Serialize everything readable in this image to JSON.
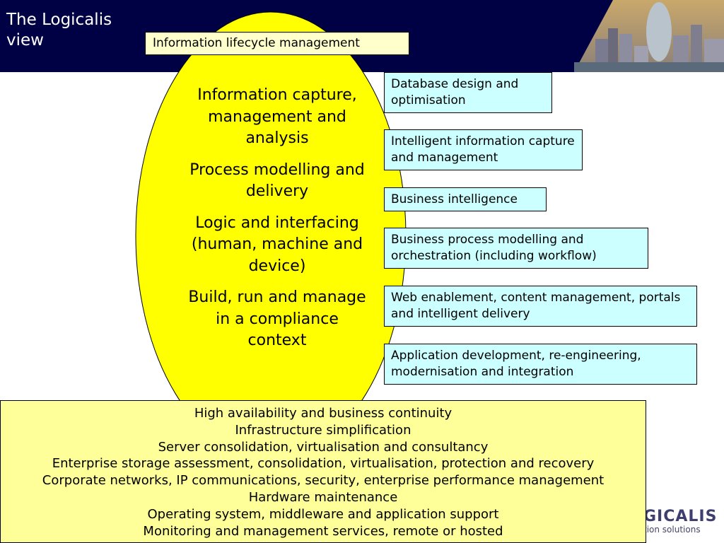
{
  "header": {
    "title": "The Logicalis view"
  },
  "lifecycle_label": "Information lifecycle management",
  "ellipse_items": [
    "Information capture, management and analysis",
    "Process modelling and delivery",
    "Logic and interfacing (human, machine and device)",
    "Build, run and manage in a compliance context"
  ],
  "services": [
    "Database design and optimisation",
    "Intelligent information capture and management",
    "Business intelligence",
    "Business process modelling and orchestration (including workflow)",
    "Web enablement, content management, portals and intelligent delivery",
    "Application development, re-engineering, modernisation and integration"
  ],
  "infrastructure": [
    "High availability and business continuity",
    "Infrastructure simplification",
    "Server consolidation, virtualisation and consultancy",
    "Enterprise storage assessment, consolidation, virtualisation, protection and recovery",
    "Corporate networks, IP communications, security, enterprise performance management",
    "Hardware maintenance",
    "Operating system, middleware and application support",
    "Monitoring and management services, remote or hosted"
  ],
  "logo": {
    "text": "GICALIS",
    "tagline": "tion solutions"
  },
  "colors": {
    "header_bg": "#000044",
    "ellipse_fill": "#ffff00",
    "service_box_fill": "#ccffff",
    "infra_box_fill": "#ffff99",
    "label_fill": "#ffffcc"
  }
}
